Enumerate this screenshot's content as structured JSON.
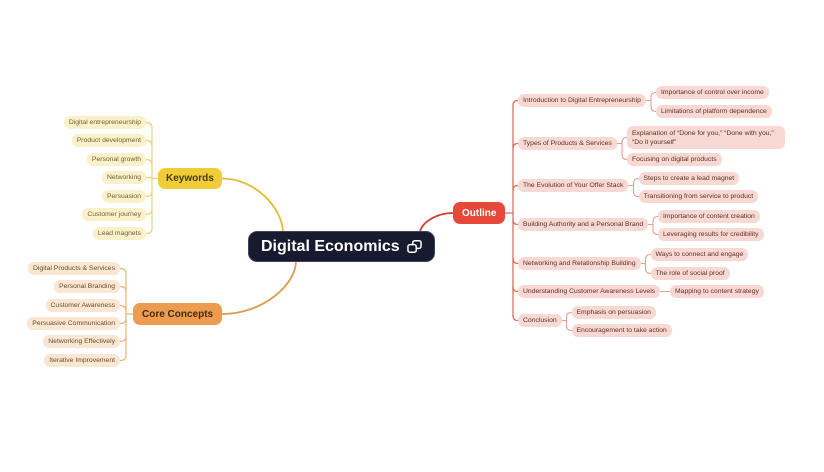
{
  "central_topic": {
    "label": "Digital Economics",
    "icon": "linked-content-icon"
  },
  "branches": [
    {
      "id": "keywords",
      "label": "Keywords",
      "items": [
        "Digital entrepreneurship",
        "Product development",
        "Personal growth",
        "Networking",
        "Persuasion",
        "Customer journey",
        "Lead magnets"
      ]
    },
    {
      "id": "core_concepts",
      "label": "Core Concepts",
      "items": [
        "Digital Products & Services",
        "Personal Branding",
        "Customer Awareness",
        "Persuasive Communication",
        "Networking Effectively",
        "Iterative Improvement"
      ]
    },
    {
      "id": "outline",
      "label": "Outline",
      "topics": [
        {
          "label": "Introduction to Digital Entrepreneurship",
          "children": [
            "Importance of control over income",
            "Limitations of platform dependence"
          ]
        },
        {
          "label": "Types of Products & Services",
          "children": [
            "Explanation of “Done for you,” “Done with you,” “Do it yourself”",
            "Focusing on digital products"
          ]
        },
        {
          "label": "The Evolution of Your Offer Stack",
          "children": [
            "Steps to create a lead magnet",
            "Transitioning from service to product"
          ]
        },
        {
          "label": "Building Authority and a Personal Brand",
          "children": [
            "Importance of content creation",
            "Leveraging results for credibility"
          ]
        },
        {
          "label": "Networking and Relationship Building",
          "children": [
            "Ways to connect and engage",
            "The role of social proof"
          ]
        },
        {
          "label": "Understanding Customer Awareness Levels",
          "children": [
            "Mapping to content strategy"
          ]
        },
        {
          "label": "Conclusion",
          "children": [
            "Emphasis on persuasion",
            "Encouragement to take action"
          ]
        }
      ]
    }
  ],
  "colors": {
    "background": "#ffffff",
    "central_bg": "#181a2f",
    "central_text": "#ffffff",
    "keywords_node": "#f1cc39",
    "keywords_item_bg": "#faf1cb",
    "keywords_line": "#ead17a",
    "keywords_main_line": "#e2bb33",
    "core_node": "#ec9c51",
    "core_item_bg": "#f9e7d3",
    "core_line": "#e8b478",
    "core_main_line": "#df9a4f",
    "outline_node": "#e6493a",
    "outline_item_bg": "#f8d8d2",
    "outline_trunk_line": "#dd6f5e",
    "outline_child_line": "#e89e92",
    "outline_main_line": "#d63d2c"
  }
}
